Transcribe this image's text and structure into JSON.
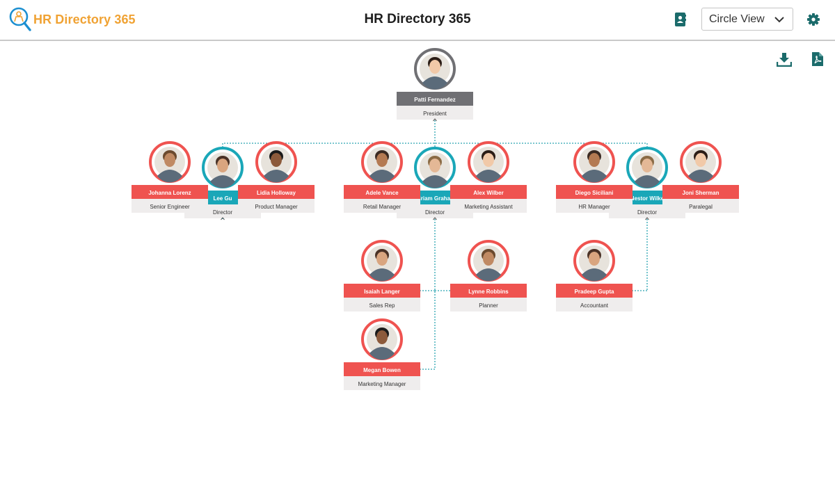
{
  "header": {
    "logo_text": "HR Directory 365",
    "title": "HR Directory 365",
    "view_select": {
      "selected": "Circle View"
    },
    "icons": {
      "directory": "address-book-icon",
      "settings": "gear-icon",
      "download": "download-icon",
      "pdf": "pdf-icon"
    }
  },
  "colors": {
    "brand_orange": "#f0a233",
    "teal": "#1aa7b8",
    "coral": "#ef5350",
    "gray_header": "#707074",
    "connector": "#2aa3b1",
    "icon_teal": "#1b6b6b",
    "title_band": "#efeded"
  },
  "org_chart": {
    "root": {
      "name": "Patti Fernandez",
      "title": "President",
      "level": "president"
    },
    "directors": [
      {
        "name": "Lee Gu",
        "title": "Director",
        "reports": [
          {
            "name": "Johanna Lorenz",
            "title": "Senior Engineer"
          },
          {
            "name": "Lidia Holloway",
            "title": "Product Manager"
          }
        ]
      },
      {
        "name": "Miriam Graham",
        "title": "Director",
        "reports": [
          {
            "name": "Adele Vance",
            "title": "Retail Manager"
          },
          {
            "name": "Alex Wilber",
            "title": "Marketing Assistant"
          },
          {
            "name": "Isaiah Langer",
            "title": "Sales Rep"
          },
          {
            "name": "Lynne Robbins",
            "title": "Planner"
          },
          {
            "name": "Megan Bowen",
            "title": "Marketing Manager"
          }
        ]
      },
      {
        "name": "Nestor Wilke",
        "title": "Director",
        "reports": [
          {
            "name": "Diego Siciliani",
            "title": "HR Manager"
          },
          {
            "name": "Joni Sherman",
            "title": "Paralegal"
          },
          {
            "name": "Pradeep Gupta",
            "title": "Accountant"
          }
        ]
      }
    ]
  }
}
